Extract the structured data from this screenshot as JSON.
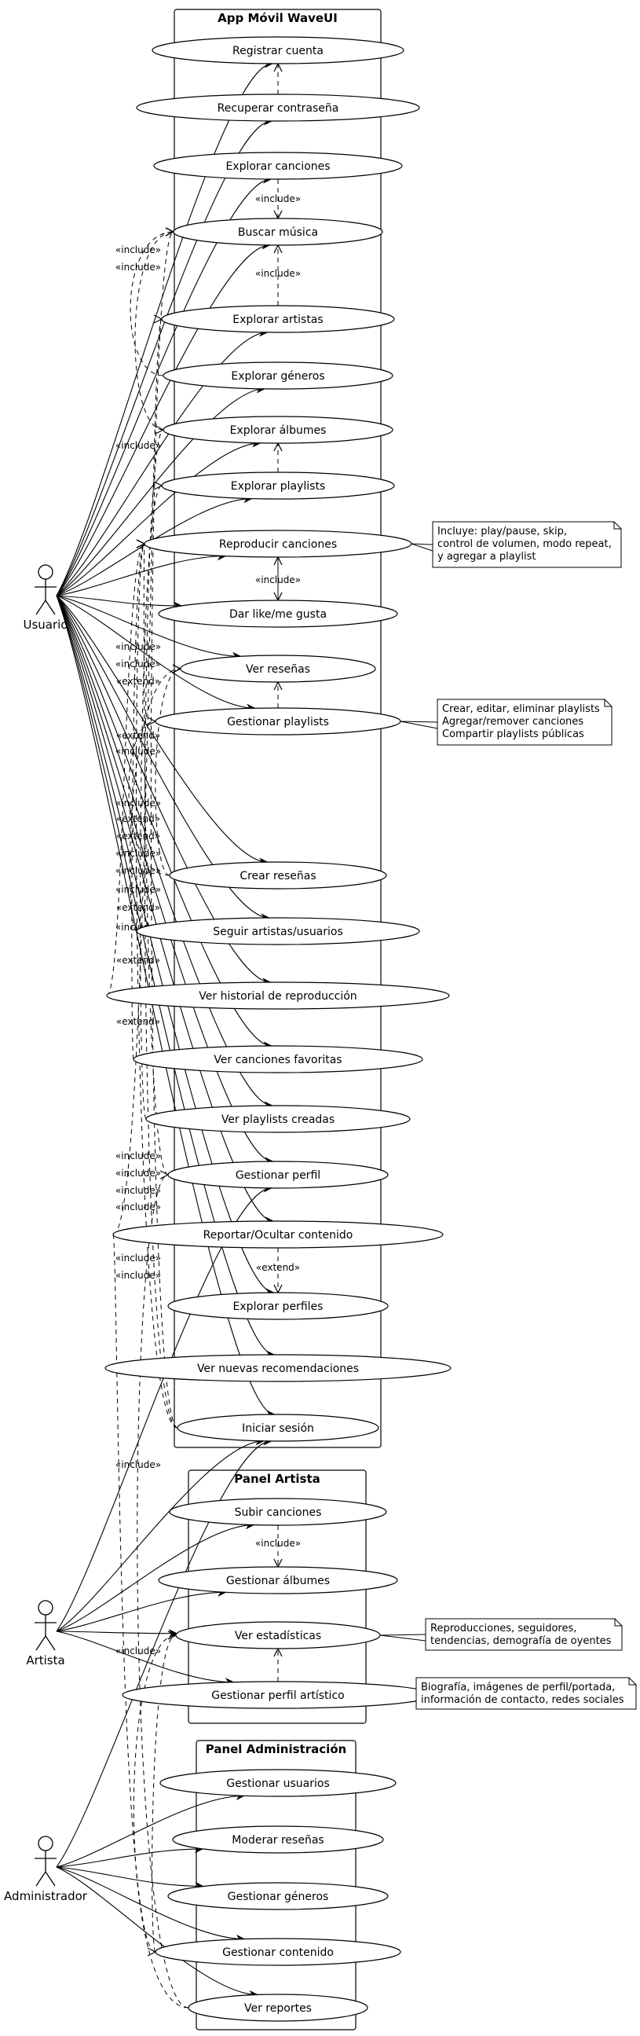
{
  "systems": [
    {
      "id": "app",
      "title": "App Móvil WaveUI",
      "use_cases": [
        {
          "id": "registrar",
          "label": "Registrar cuenta"
        },
        {
          "id": "recuperar",
          "label": "Recuperar contraseña"
        },
        {
          "id": "explorar_canciones",
          "label": "Explorar canciones"
        },
        {
          "id": "buscar_musica",
          "label": "Buscar música"
        },
        {
          "id": "explorar_artistas",
          "label": "Explorar artistas"
        },
        {
          "id": "explorar_generos",
          "label": "Explorar géneros"
        },
        {
          "id": "explorar_albumes",
          "label": "Explorar álbumes"
        },
        {
          "id": "explorar_playlists",
          "label": "Explorar playlists"
        },
        {
          "id": "reproducir",
          "label": "Reproducir canciones"
        },
        {
          "id": "dar_like",
          "label": "Dar like/me gusta"
        },
        {
          "id": "ver_resenas",
          "label": "Ver reseñas"
        },
        {
          "id": "gestionar_playlists",
          "label": "Gestionar playlists"
        },
        {
          "id": "crear_resenas",
          "label": "Crear reseñas"
        },
        {
          "id": "seguir",
          "label": "Seguir artistas/usuarios"
        },
        {
          "id": "historial",
          "label": "Ver historial de reproducción"
        },
        {
          "id": "favoritas",
          "label": "Ver canciones favoritas"
        },
        {
          "id": "playlists_creadas",
          "label": "Ver playlists creadas"
        },
        {
          "id": "gestionar_perfil",
          "label": "Gestionar perfil"
        },
        {
          "id": "reportar",
          "label": "Reportar/Ocultar contenido"
        },
        {
          "id": "explorar_perfiles",
          "label": "Explorar perfiles"
        },
        {
          "id": "recomendaciones",
          "label": "Ver nuevas recomendaciones"
        },
        {
          "id": "iniciar_sesion",
          "label": "Iniciar sesión"
        }
      ]
    },
    {
      "id": "artista",
      "title": "Panel Artista",
      "use_cases": [
        {
          "id": "subir",
          "label": "Subir canciones"
        },
        {
          "id": "gestionar_albumes",
          "label": "Gestionar álbumes"
        },
        {
          "id": "estadisticas",
          "label": "Ver estadísticas"
        },
        {
          "id": "perfil_artistico",
          "label": "Gestionar perfil artístico"
        }
      ]
    },
    {
      "id": "admin",
      "title": "Panel Administración",
      "use_cases": [
        {
          "id": "gestionar_usuarios",
          "label": "Gestionar usuarios"
        },
        {
          "id": "moderar",
          "label": "Moderar reseñas"
        },
        {
          "id": "gestionar_generos",
          "label": "Gestionar géneros"
        },
        {
          "id": "gestionar_contenido",
          "label": "Gestionar contenido"
        },
        {
          "id": "ver_reportes",
          "label": "Ver reportes"
        }
      ]
    }
  ],
  "actors": [
    {
      "id": "usuario",
      "name": "Usuario"
    },
    {
      "id": "artista_actor",
      "name": "Artista"
    },
    {
      "id": "administrador",
      "name": "Administrador"
    }
  ],
  "notes": [
    {
      "id": "note_reproducir",
      "lines": [
        "Incluye: play/pause, skip,",
        "control de volumen, modo repeat,",
        "y agregar a playlist"
      ]
    },
    {
      "id": "note_playlists",
      "lines": [
        "Crear, editar, eliminar playlists",
        "Agregar/remover canciones",
        "Compartir playlists públicas"
      ]
    },
    {
      "id": "note_estadisticas",
      "lines": [
        "Reproducciones, seguidores,",
        "tendencias, demografía de oyentes"
      ]
    },
    {
      "id": "note_perfil_artistico",
      "lines": [
        "Biografía, imágenes de perfil/portada,",
        "información de contacto, redes sociales"
      ]
    }
  ],
  "stereotypes": {
    "include": "«include»",
    "extend": "«extend»"
  },
  "associations": [
    [
      "usuario",
      "registrar"
    ],
    [
      "usuario",
      "recuperar"
    ],
    [
      "usuario",
      "explorar_canciones"
    ],
    [
      "usuario",
      "buscar_musica"
    ],
    [
      "usuario",
      "explorar_artistas"
    ],
    [
      "usuario",
      "explorar_generos"
    ],
    [
      "usuario",
      "explorar_albumes"
    ],
    [
      "usuario",
      "explorar_playlists"
    ],
    [
      "usuario",
      "reproducir"
    ],
    [
      "usuario",
      "dar_like"
    ],
    [
      "usuario",
      "ver_resenas"
    ],
    [
      "usuario",
      "gestionar_playlists"
    ],
    [
      "usuario",
      "crear_resenas"
    ],
    [
      "usuario",
      "seguir"
    ],
    [
      "usuario",
      "historial"
    ],
    [
      "usuario",
      "favoritas"
    ],
    [
      "usuario",
      "playlists_creadas"
    ],
    [
      "usuario",
      "gestionar_perfil"
    ],
    [
      "usuario",
      "reportar"
    ],
    [
      "usuario",
      "explorar_perfiles"
    ],
    [
      "usuario",
      "recomendaciones"
    ],
    [
      "usuario",
      "iniciar_sesion"
    ],
    [
      "artista_actor",
      "iniciar_sesion"
    ],
    [
      "artista_actor",
      "subir"
    ],
    [
      "artista_actor",
      "gestionar_albumes"
    ],
    [
      "artista_actor",
      "estadisticas"
    ],
    [
      "artista_actor",
      "perfil_artistico"
    ],
    [
      "artista_actor",
      "gestionar_perfil"
    ],
    [
      "administrador",
      "iniciar_sesion"
    ],
    [
      "administrador",
      "gestionar_usuarios"
    ],
    [
      "administrador",
      "moderar"
    ],
    [
      "administrador",
      "gestionar_generos"
    ],
    [
      "administrador",
      "gestionar_contenido"
    ],
    [
      "administrador",
      "ver_reportes"
    ]
  ],
  "dependencies": [
    [
      "explorar_canciones",
      "buscar_musica",
      "include"
    ],
    [
      "explorar_artistas",
      "buscar_musica",
      "include"
    ],
    [
      "reproducir",
      "dar_like",
      "include"
    ],
    [
      "subir",
      "gestionar_albumes",
      "include"
    ],
    [
      "reportar",
      "explorar_perfiles",
      "extend"
    ],
    [
      "recuperar",
      "registrar",
      "include"
    ],
    [
      "explorar_generos",
      "buscar_musica",
      "include"
    ],
    [
      "explorar_albumes",
      "buscar_musica",
      "include"
    ],
    [
      "explorar_playlists",
      "explorar_albumes",
      "include"
    ],
    [
      "dar_like",
      "reproducir",
      "include"
    ],
    [
      "gestionar_playlists",
      "ver_resenas",
      "include"
    ],
    [
      "crear_resenas",
      "ver_resenas",
      "extend"
    ],
    [
      "crear_resenas",
      "gestionar_playlists",
      "include"
    ],
    [
      "historial",
      "reproducir",
      "extend"
    ],
    [
      "favoritas",
      "reproducir",
      "extend"
    ],
    [
      "playlists_creadas",
      "explorar_playlists",
      "extend"
    ],
    [
      "gestionar_perfil",
      "reproducir",
      "include"
    ],
    [
      "reportar",
      "explorar_artistas",
      "include"
    ],
    [
      "reportar",
      "gestionar_contenido",
      "include"
    ],
    [
      "seguir",
      "ver_resenas",
      "extend"
    ],
    [
      "iniciar_sesion",
      "reproducir",
      "include"
    ],
    [
      "iniciar_sesion",
      "explorar_albumes",
      "include"
    ],
    [
      "iniciar_sesion",
      "buscar_musica",
      "include"
    ],
    [
      "gestionar_contenido",
      "estadisticas",
      "include"
    ],
    [
      "ver_reportes",
      "estadisticas",
      "include"
    ],
    [
      "ver_reportes",
      "gestionar_perfil",
      "include"
    ],
    [
      "perfil_artistico",
      "estadisticas",
      "include"
    ]
  ],
  "note_links": [
    [
      "reproducir",
      "note_reproducir"
    ],
    [
      "gestionar_playlists",
      "note_playlists"
    ],
    [
      "estadisticas",
      "note_estadisticas"
    ],
    [
      "perfil_artistico",
      "note_perfil_artistico"
    ]
  ]
}
